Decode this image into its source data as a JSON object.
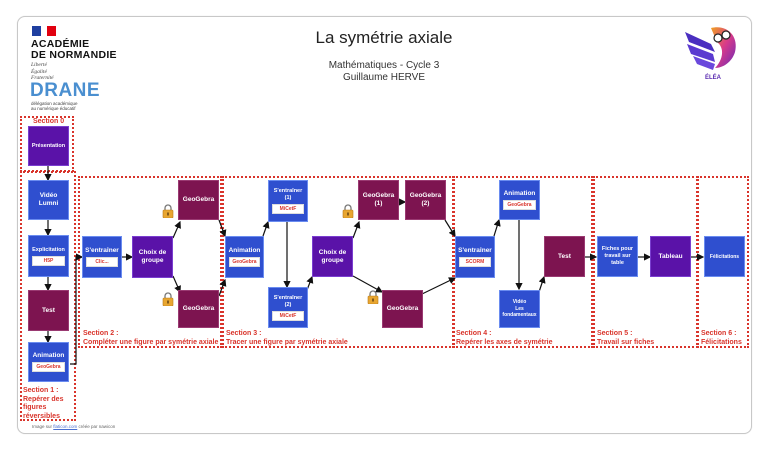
{
  "header": {
    "academy_line1": "ACADÉMIE",
    "academy_line2": "DE NORMANDIE",
    "devise": [
      "Liberté",
      "Égalité",
      "Fraternité"
    ],
    "drane": "DRANE",
    "drane_sub1": "délégation académique",
    "drane_sub2": "au numérique éducatif",
    "title": "La symétrie axiale",
    "subtitle_line1": "Mathématiques - Cycle 3",
    "subtitle_line2": "Guillaume HERVE",
    "elea_label": "ÉLÉA"
  },
  "sections": [
    {
      "id": "s0",
      "label_line1": "Section 0",
      "label_line2": ""
    },
    {
      "id": "s1",
      "label_line1": "Section 1 :",
      "label_line2": "Repérer des",
      "label_line3": "figures",
      "label_line4": "réversibles"
    },
    {
      "id": "s2",
      "label_line1": "Section 2 :",
      "label_line2": "Compléter une figure par symétrie axiale"
    },
    {
      "id": "s3",
      "label_line1": "Section 3 :",
      "label_line2": "Tracer une figure par symétrie axiale"
    },
    {
      "id": "s4",
      "label_line1": "Section 4 :",
      "label_line2": "Repérer les axes de symétrie"
    },
    {
      "id": "s5",
      "label_line1": "Section 5 :",
      "label_line2": "Travail sur fiches"
    },
    {
      "id": "s6",
      "label_line1": "Section 6 :",
      "label_line2": "Félicitations"
    }
  ],
  "nodes": {
    "presentation": {
      "label": "Présentation"
    },
    "video_lumni": {
      "label1": "Vidéo",
      "label2": "Lumni"
    },
    "explicitation": {
      "label": "Explicitation",
      "tag": "H5P"
    },
    "test1": {
      "label": "Test"
    },
    "animation1": {
      "label": "Animation",
      "tag": "GeoGebra"
    },
    "sentrainer2": {
      "label": "S'entraîner",
      "tag": "Clic..."
    },
    "choix2": {
      "label1": "Choix de",
      "label2": "groupe"
    },
    "geogebra2a": {
      "label": "GeoGebra"
    },
    "geogebra2b": {
      "label": "GeoGebra"
    },
    "animation3": {
      "label": "Animation",
      "tag": "GeoGebra"
    },
    "sentrainer3a": {
      "label1": "S'entraîner",
      "label2": "(1)",
      "tag": "MiCetF"
    },
    "sentrainer3b": {
      "label1": "S'entraîner",
      "label2": "(2)",
      "tag": "MiCetF"
    },
    "choix3": {
      "label1": "Choix de",
      "label2": "groupe"
    },
    "geogebra3a": {
      "label1": "GeoGebra",
      "label2": "(1)"
    },
    "geogebra3b": {
      "label1": "GeoGebra",
      "label2": "(2)"
    },
    "geogebra3c": {
      "label": "GeoGebra"
    },
    "sentrainer4": {
      "label": "S'entraîner",
      "tag": "SCORM"
    },
    "animation4": {
      "label": "Animation",
      "tag": "GeoGebra"
    },
    "video4": {
      "label1": "Vidéo",
      "label2": "Les",
      "label3": "fondamentaux"
    },
    "test4": {
      "label": "Test"
    },
    "fiches5": {
      "label1": "Fiches pour",
      "label2": "travail sur",
      "label3": "table"
    },
    "tableau5": {
      "label": "Tableau"
    },
    "felicitations6": {
      "label": "Félicitations"
    }
  },
  "footer": {
    "prefix": "Image sur ",
    "link": "flaticon.com",
    "suffix": " créée par nawicon"
  },
  "colors": {
    "activity_blue": "#2f4fcf",
    "choice_purple": "#5a12a8",
    "geogebra_wine": "#7d1450",
    "section_red": "#d9342b",
    "lock_gold": "#e8a630"
  }
}
